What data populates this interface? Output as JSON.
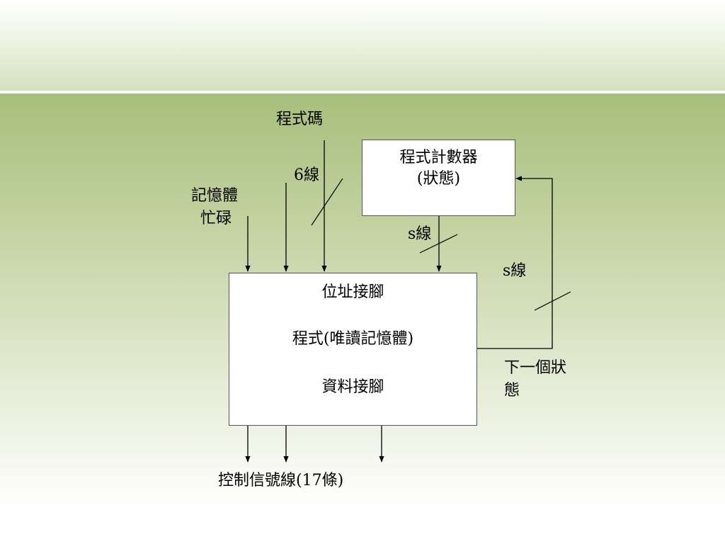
{
  "labels": {
    "program_code": "程式碼",
    "memory_busy_1": "記憶體",
    "memory_busy_2": "忙碌",
    "six_lines": "6線",
    "s_lines_counter": "s線",
    "s_lines_feedback": "s線",
    "next_state_1": "下一個狀",
    "next_state_2": "態",
    "control_signals": "控制信號線(17條)"
  },
  "counter_box": {
    "line1": "程式計數器",
    "line2": "(狀態)"
  },
  "rom_box": {
    "address_pins": "位址接腳",
    "program": "程式(唯讀記憶體)",
    "data_pins": "資料接腳"
  }
}
